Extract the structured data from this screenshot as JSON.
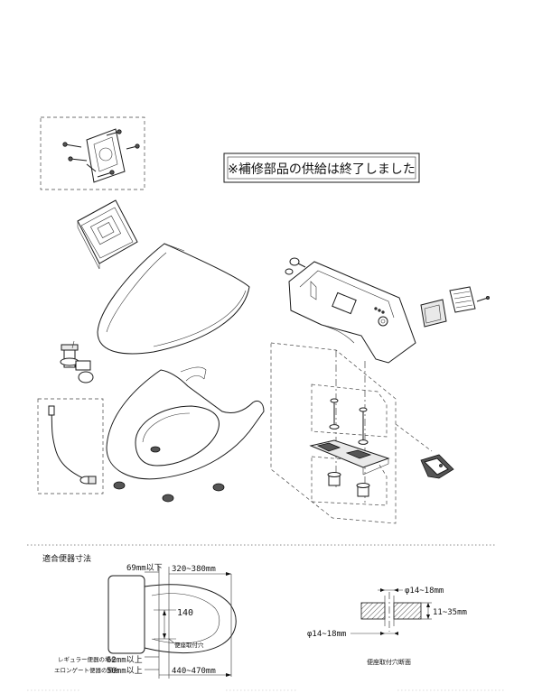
{
  "notice": "※補修部品の供給は終了しました",
  "dims": {
    "section_title": "適合便器寸法",
    "top_max": "69mm以下",
    "width_range": "320~380mm",
    "center_140": "140",
    "mount_hole_label": "便座取付穴",
    "regular_label": "レギュラー便器の場合",
    "regular_value": "62mm以上",
    "elongated_label": "エロンゲート便器の場合",
    "elongated_value": "50mm以上",
    "length_range": "440~470mm"
  },
  "section": {
    "hole_top": "φ14~18mm",
    "thickness": "11~35mm",
    "hole_bottom": "φ14~18mm",
    "caption": "便座取付穴断面"
  }
}
